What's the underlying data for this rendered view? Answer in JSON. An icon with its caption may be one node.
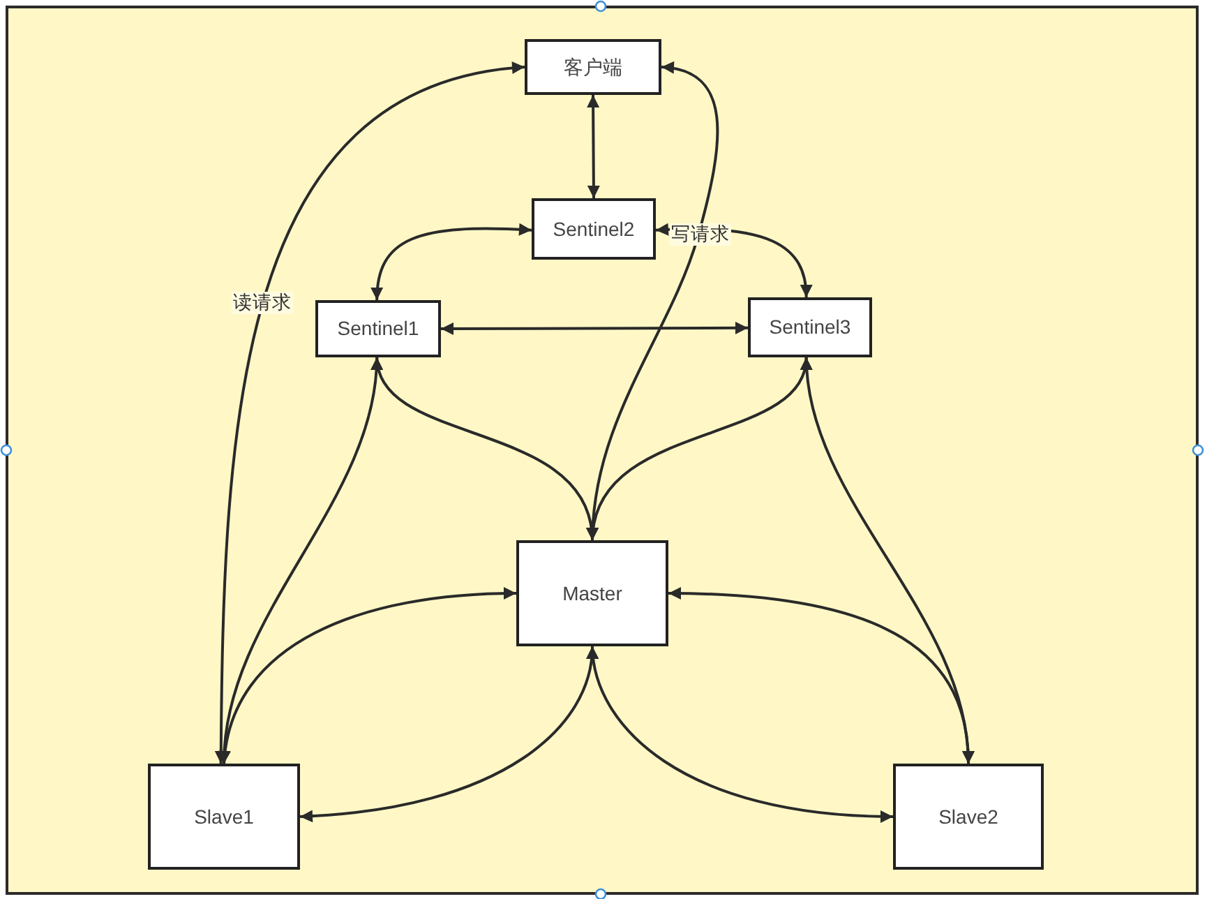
{
  "diagram": {
    "nodes": [
      {
        "text": [],
        "shape": "box"
      },
      {
        "text": [
          "客户端"
        ],
        "in": 0
      },
      {
        "text": [
          "Sentinel2"
        ],
        "in": 0
      },
      {
        "text": [
          "Sentinel1"
        ],
        "in": 0
      },
      {
        "text": [
          "Sentinel3"
        ],
        "in": 0
      },
      {
        "text": [
          "Master"
        ],
        "in": 0
      },
      {
        "text": [
          "Slave1"
        ],
        "in": 0
      },
      {
        "text": [
          "Slave2"
        ],
        "in": 0
      }
    ],
    "edges": [
      {
        "from": 1,
        "to": 2,
        "arrow": "both"
      },
      {
        "from": 2,
        "to": 3,
        "arrow": "both"
      },
      {
        "from": 2,
        "to": 4,
        "arrow": "both"
      },
      {
        "from": 3,
        "to": 4,
        "arrow": "both"
      },
      {
        "from": 3,
        "to": 5,
        "arrow": "both"
      },
      {
        "from": 4,
        "to": 5,
        "arrow": "both"
      },
      {
        "from": 5,
        "to": 1,
        "arrow": "both",
        "label": "写请求"
      },
      {
        "from": 6,
        "to": 1,
        "arrow": "both",
        "label": "读请求"
      },
      {
        "from": 6,
        "to": 3,
        "arrow": "both"
      },
      {
        "from": 6,
        "to": 5,
        "arrow": "both"
      },
      {
        "from": 6,
        "to": 5,
        "arrow": "both"
      },
      {
        "from": 5,
        "to": 7,
        "arrow": "both"
      },
      {
        "from": 5,
        "to": 7,
        "arrow": "both"
      },
      {
        "from": 4,
        "to": 7,
        "arrow": "both"
      }
    ]
  }
}
